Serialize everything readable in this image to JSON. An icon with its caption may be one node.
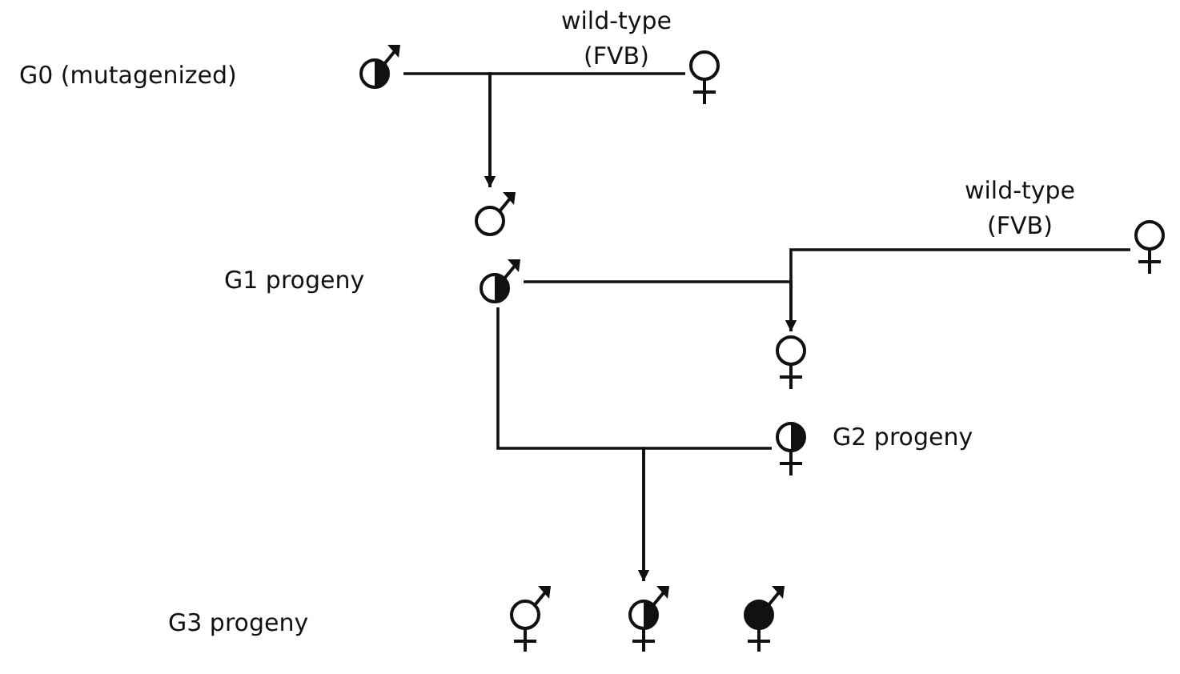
{
  "diagram": {
    "nodes": [
      {
        "text": [],
        "shape": "circle"
      },
      {
        "text": [],
        "shape": "circle",
        "beside": [
          "wild-type (FVB)"
        ]
      },
      {
        "text": [],
        "shape": "circle"
      },
      {
        "text": [],
        "shape": "circle"
      },
      {
        "text": [],
        "shape": "circle",
        "beside": [
          "wild-type (FVB)"
        ]
      },
      {
        "text": [],
        "shape": "circle"
      },
      {
        "text": [],
        "shape": "circle",
        "beside": [
          "G2 progeny"
        ]
      },
      {
        "text": [],
        "shape": "circle"
      },
      {
        "text": [],
        "shape": "circle"
      },
      {
        "text": [],
        "shape": "circle"
      }
    ],
    "edges": [
      {
        "from": 0,
        "to": 2,
        "arrow": "to"
      },
      {
        "from": 1,
        "to": 2,
        "arrow": "to"
      },
      {
        "from": 3,
        "to": 5,
        "arrow": "to"
      },
      {
        "from": 4,
        "to": 5,
        "arrow": "to"
      },
      {
        "from": 3,
        "to": 8,
        "arrow": "to"
      },
      {
        "from": 6,
        "to": 8,
        "arrow": "to"
      }
    ],
    "labels": [
      "G0 (mutagenized)",
      "G1 progeny",
      "G3 progeny"
    ]
  }
}
